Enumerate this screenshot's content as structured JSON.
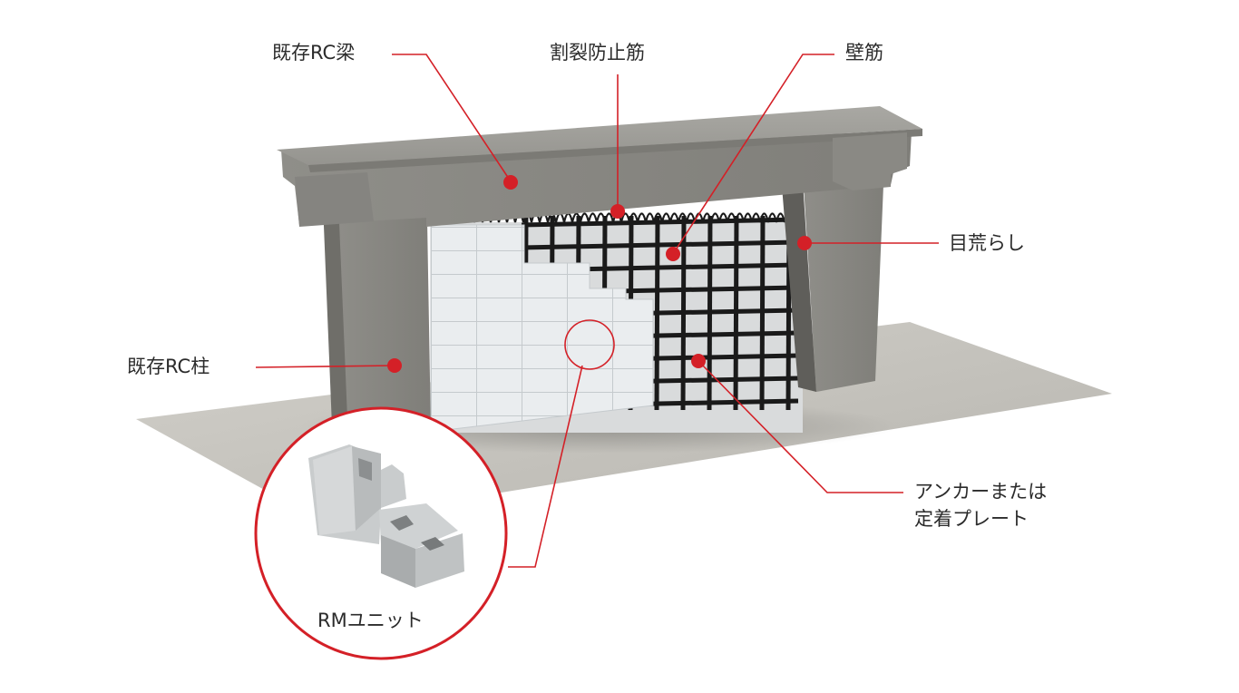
{
  "labels": {
    "existing_beam": "既存RC梁",
    "split_prevention_rebar": "割裂防止筋",
    "wall_rebar": "壁筋",
    "roughening": "目荒らし",
    "existing_column": "既存RC柱",
    "anchor_line1": "アンカーまたは",
    "anchor_line2": "定着プレート",
    "rm_unit": "RMユニット"
  },
  "colors": {
    "accent": "#d42027",
    "concrete": "#8d8c87",
    "block": "#e9ecee",
    "rebar": "#1a1a1a",
    "ground": "#c4c2bc",
    "text": "#2b2b2b"
  }
}
